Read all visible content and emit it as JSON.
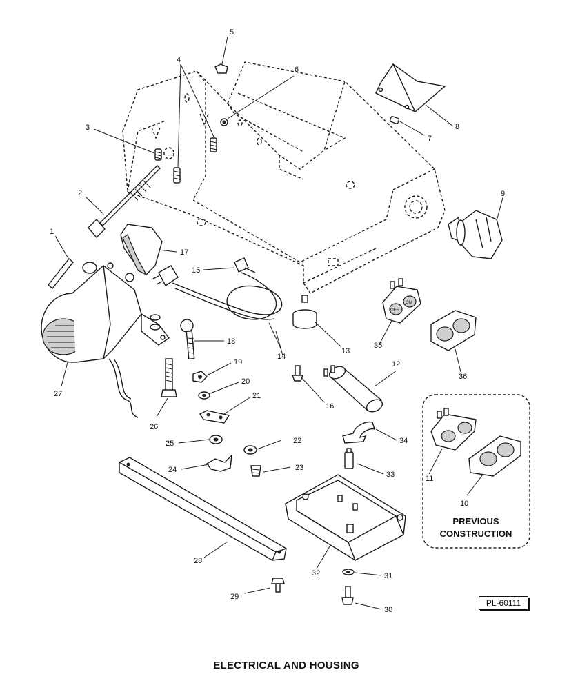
{
  "title": "ELECTRICAL  AND HOUSING",
  "drawing_id": "PL-60111",
  "inset_label": [
    "PREVIOUS",
    "CONSTRUCTION"
  ],
  "callouts": [
    "1",
    "2",
    "3",
    "4",
    "5",
    "6",
    "7",
    "8",
    "9",
    "10",
    "11",
    "12",
    "13",
    "14",
    "15",
    "16",
    "17",
    "18",
    "19",
    "20",
    "21",
    "22",
    "23",
    "24",
    "25",
    "26",
    "27",
    "28",
    "29",
    "30",
    "31",
    "32",
    "33",
    "34",
    "35",
    "36"
  ],
  "switch_labels": {
    "off": "OFF",
    "on": "ON"
  }
}
